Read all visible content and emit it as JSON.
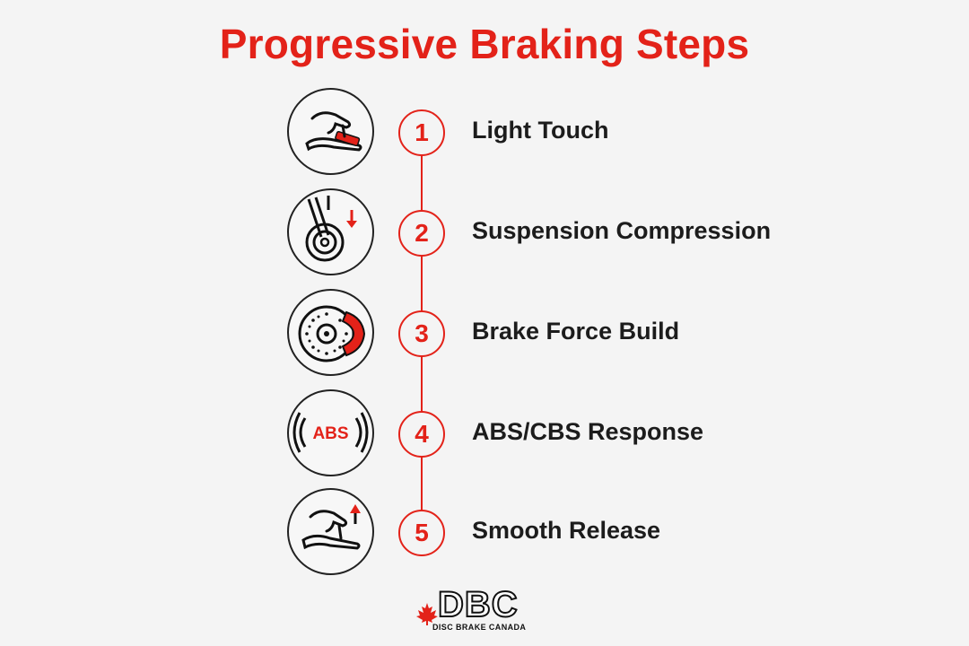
{
  "title": "Progressive Braking Steps",
  "colors": {
    "accent": "#e32219",
    "text": "#1c1c1c",
    "background": "#f4f4f4"
  },
  "steps": [
    {
      "number": "1",
      "label": "Light Touch",
      "icon": "brake-lever-light-touch-icon"
    },
    {
      "number": "2",
      "label": "Suspension Compression",
      "icon": "suspension-compression-icon"
    },
    {
      "number": "3",
      "label": "Brake Force Build",
      "icon": "disc-brake-caliper-icon"
    },
    {
      "number": "4",
      "label": "ABS/CBS Response",
      "icon": "abs-warning-icon",
      "icon_text": "ABS"
    },
    {
      "number": "5",
      "label": "Smooth Release",
      "icon": "brake-lever-release-icon"
    }
  ],
  "logo": {
    "mark": "DBC",
    "subtitle": "DISC BRAKE CANADA",
    "icon": "maple-leaf-icon"
  }
}
